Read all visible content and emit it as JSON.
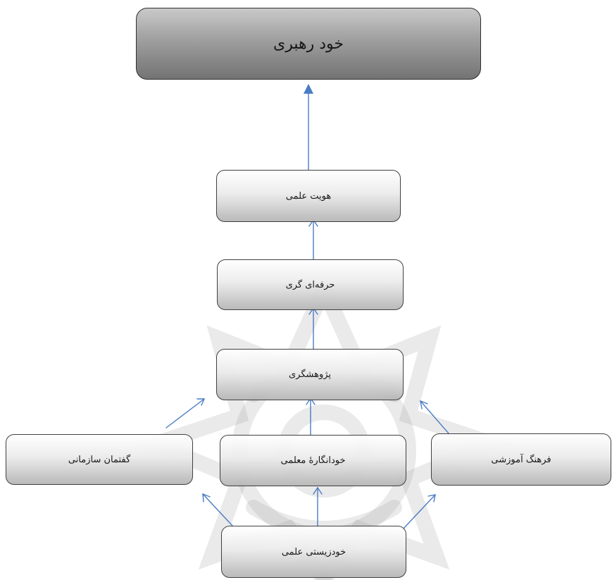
{
  "nodes": {
    "self_leadership": "خود رهبری",
    "scientific_identity": "هویت علمی",
    "professionalism": "حرفه‌ای گری",
    "researchership": "پژوهشگری",
    "organizational_discourse": "گفتمان سازمانی",
    "teacher_autonomy": "خودانگارۀ معلمی",
    "educational_culture": "فرهنگ آموزشی",
    "scientific_selfhood": "خودزیستی علمی"
  },
  "colors": {
    "arrow": "#4a7cc4",
    "node_border": "#3a3a3a",
    "top_node_fill": "#9c9c9c",
    "watermark": "#9a9a9a"
  },
  "icons": {
    "background_emblem": "floral-rosette-watermark"
  }
}
